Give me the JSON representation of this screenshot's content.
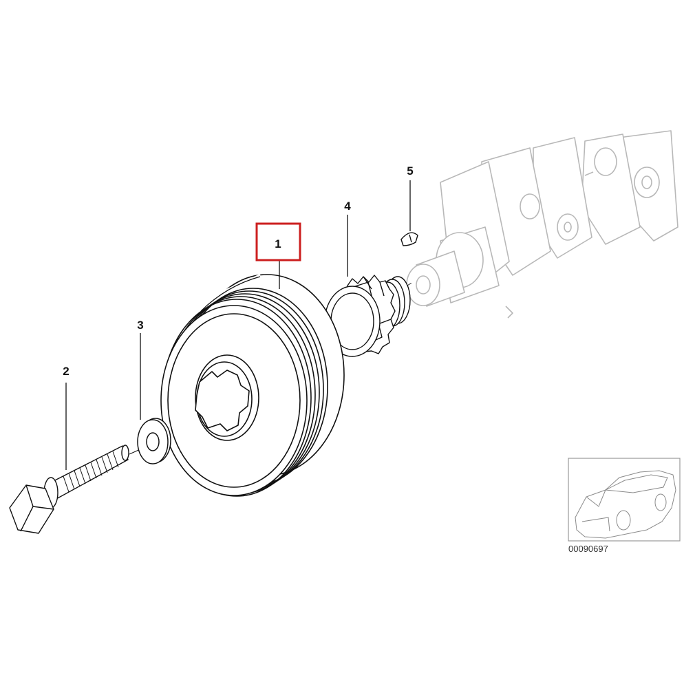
{
  "callouts": [
    {
      "id": "1",
      "label": "1",
      "highlighted": true
    },
    {
      "id": "2",
      "label": "2",
      "highlighted": false
    },
    {
      "id": "3",
      "label": "3",
      "highlighted": false
    },
    {
      "id": "4",
      "label": "4",
      "highlighted": false
    },
    {
      "id": "5",
      "label": "5",
      "highlighted": false
    }
  ],
  "diagram_number": "00090697",
  "colors": {
    "line": "#111111",
    "crankshaft_ghost": "#b8b8b8",
    "highlight_box": "#cc1f1f",
    "thumbnail_border": "#999999"
  }
}
